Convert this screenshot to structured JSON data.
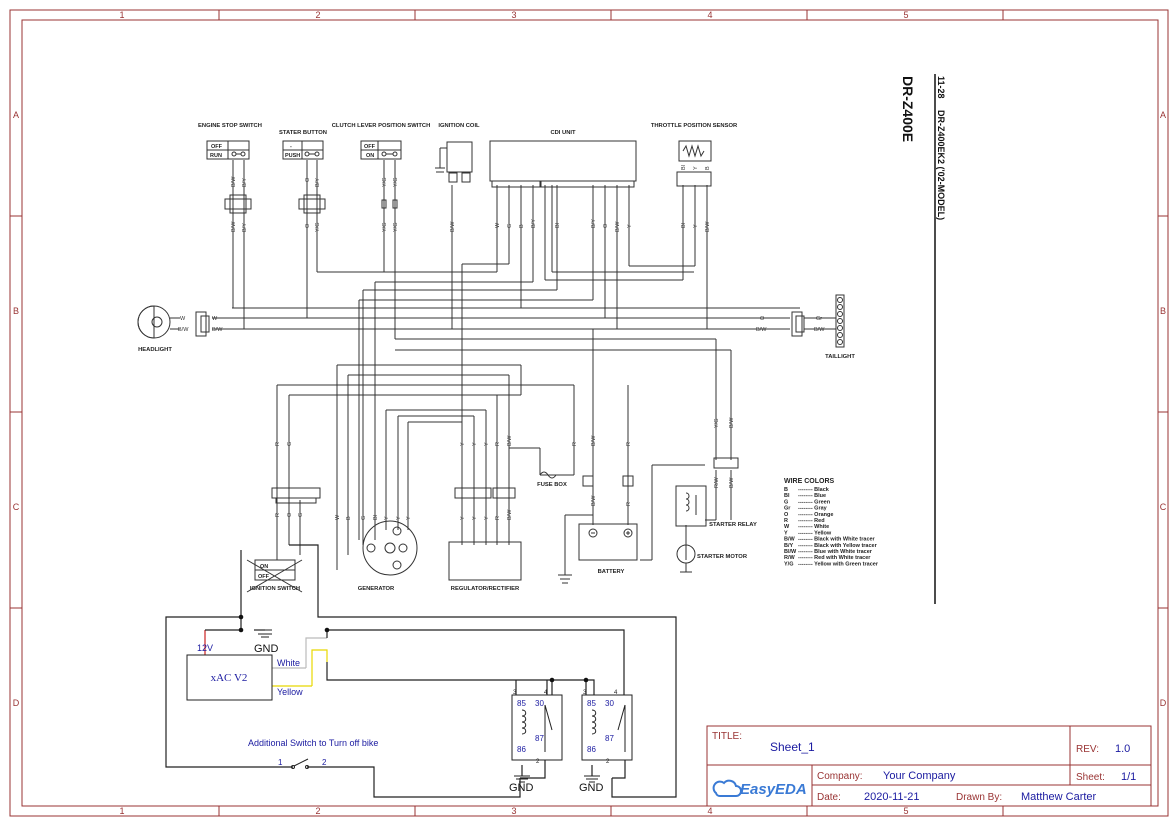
{
  "frame": {
    "col_labels": [
      "1",
      "2",
      "3",
      "4",
      "5"
    ],
    "row_labels": [
      "A",
      "B",
      "C",
      "D"
    ]
  },
  "diagram": {
    "title_vertical": "DR-Z400E",
    "subtitle_vertical": "DR-Z400EK2 ('02-MODEL)",
    "page_ref": "11-28",
    "components": {
      "engine_stop_switch": "ENGINE STOP SWITCH",
      "starter_button": "STATER BUTTON",
      "clutch_lever": "CLUTCH LEVER POSITION SWITCH",
      "ignition_coil": "IGNITION COIL",
      "cdi_unit": "CDI UNIT",
      "throttle_sensor": "THROTTLE POSITION SENSOR",
      "headlight": "HEADLIGHT",
      "taillight": "TAILLIGHT",
      "fuse_box": "FUSE BOX",
      "starter_relay": "STARTER RELAY",
      "starter_motor": "STARTER MOTOR",
      "battery": "BATTERY",
      "generator": "GENERATOR",
      "regulator": "REGULATOR/RECTIFIER",
      "ignition_switch": "IGNITION SWITCH"
    },
    "switch_states": {
      "off": "OFF",
      "run": "RUN",
      "push": "PUSH",
      "on": "ON",
      "dash": "-"
    },
    "wire_colors": {
      "title": "WIRE COLORS",
      "entries": [
        {
          "code": "B",
          "name": "Black"
        },
        {
          "code": "Bl",
          "name": "Blue"
        },
        {
          "code": "G",
          "name": "Green"
        },
        {
          "code": "Gr",
          "name": "Gray"
        },
        {
          "code": "O",
          "name": "Orange"
        },
        {
          "code": "R",
          "name": "Red"
        },
        {
          "code": "W",
          "name": "White"
        },
        {
          "code": "Y",
          "name": "Yellow"
        },
        {
          "code": "B/W",
          "name": "Black with White tracer"
        },
        {
          "code": "B/Y",
          "name": "Black with Yellow tracer"
        },
        {
          "code": "Bl/W",
          "name": "Blue with White tracer"
        },
        {
          "code": "R/W",
          "name": "Red with White tracer"
        },
        {
          "code": "Y/G",
          "name": "Yellow with Green tracer"
        }
      ]
    },
    "added": {
      "module_label": "xAC V2",
      "v12_label": "12V",
      "gnd_label": "GND",
      "white_label": "White",
      "yellow_label": "Yellow",
      "switch_caption": "Additional Switch to Turn off bike",
      "pin1": "1",
      "pin2": "2",
      "relay_pins": [
        "85",
        "30",
        "87",
        "86"
      ],
      "relay_corner": [
        "3",
        "4",
        "1",
        "2"
      ]
    }
  },
  "title_block": {
    "title_label": "TITLE:",
    "title_value": "Sheet_1",
    "rev_label": "REV:",
    "rev_value": "1.0",
    "brand": "EasyEDA",
    "company_label": "Company:",
    "company_value": "Your Company",
    "sheet_label": "Sheet:",
    "sheet_value": "1/1",
    "date_label": "Date:",
    "date_value": "2020-11-21",
    "drawn_label": "Drawn By:",
    "drawn_value": "Matthew Carter"
  }
}
